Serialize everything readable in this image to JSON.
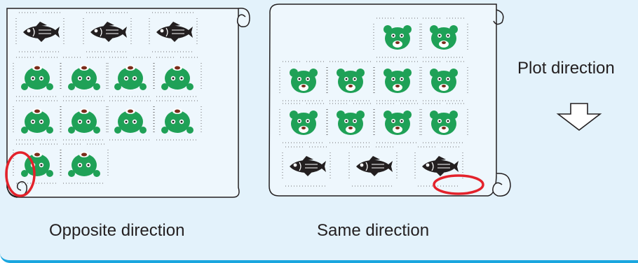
{
  "captions": {
    "left": "Opposite direction",
    "right": "Same direction",
    "plot": "Plot direction"
  },
  "colors": {
    "background": "#e3f2fb",
    "accent_bar": "#1aa6df",
    "frog_green": "#1fa157",
    "fish": "#231f20",
    "highlight": "#e3222b",
    "paper": "#eef7fd"
  },
  "icons": {
    "arrow": "down-arrow-icon",
    "fish": "fish-icon",
    "frog": "frog-icon",
    "bear": "bear-icon",
    "highlight": "red-ellipse"
  },
  "sheets": {
    "left": {
      "rows": [
        "fish",
        "fish",
        "fish",
        "frog",
        "frog",
        "frog",
        "frog",
        "frog",
        "frog",
        "frog",
        "frog",
        "frog",
        "frog"
      ],
      "fish_count": 3,
      "frog_count": 10,
      "highlight": "bottom-left"
    },
    "right": {
      "bear_count": 10,
      "fish_count": 3,
      "highlight": "bottom-right"
    }
  }
}
